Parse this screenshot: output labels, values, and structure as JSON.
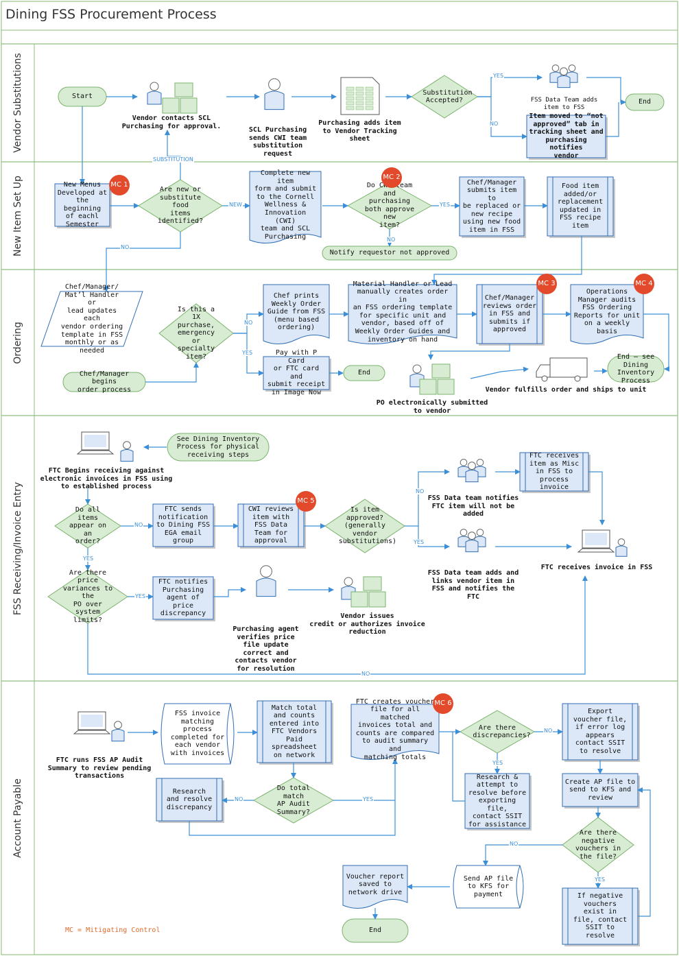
{
  "title": "Dining FSS Procurement Process",
  "lanes": [
    "Vendor Substitutions",
    "New Item Set Up",
    "Ordering",
    "FSS Receiving/Invoice Entry",
    "Account Payable"
  ],
  "legend": "MC = Mitigating Control",
  "colors": {
    "process_fill": "#dce8f7",
    "process_stroke": "#2f6db3",
    "decision_fill": "#d8ecd3",
    "decision_stroke": "#7bb26c",
    "terminal_fill": "#d8ecd3",
    "arrow": "#3c8fd6",
    "mc_badge": "#e24a2b",
    "lane_border": "#8fbf7f",
    "icon": "#3c8fd6"
  },
  "labels": {
    "vs_start": "Start",
    "vs_vendor": "Vendor contacts SCL\nPurchasing for approval.",
    "vs_scl": "SCL Purchasing\nsends CWI team\nsubstitution\nrequest",
    "vs_purch": "Purchasing adds item\nto Vendor Tracking\nsheet",
    "vs_dec": "Substitution\nAccepted?",
    "vs_team": "FSS Data Team adds\nitem to FSS",
    "vs_moved": "Item moved to “not\napproved” tab in\ntracking sheet and\npurchasing notifies\nvendor",
    "vs_end": "End",
    "ni_menus": "New Menus\nDeveloped at\nthe beginning\nof eachl\nSemester",
    "ni_dec1": "Are new or\nsubstitute food\nitems\nidentified?",
    "ni_complete": "Complete new item\nform and submit\nto the Cornell\nWellness &\nInnovation (CWI)\nteam and SCL\nPurchasing",
    "ni_dec2": "Do CWI team\nand purchasing\nboth approve new\nitem?",
    "ni_notify": "Notify requestor not approved",
    "ni_chef": "Chef/Manager\nsubmits item to\nbe replaced or\nnew recipe\nusing new food\nitem in FSS",
    "ni_food": "Food item\nadded/or\nreplacement\nupdated in\nFSS recipe\nitem",
    "or_chef": "Chef/Manager/\nMat’l Handler or\nlead updates each\nvendor ordering\ntemplate in FSS\nmonthly or as\nneeded",
    "or_begins": "Chef/Manager begins\norder process",
    "or_dec": "Is this a\n1X purchase,\nemergency or\nspecialty\nitem?",
    "or_prints": "Chef prints\nWeekly Order\nGuide from FSS\n(menu based\nordering)",
    "or_pay": "Pay with P Card\nor FTC card and\nsubmit receipt\nin Image Now",
    "or_end1": "End",
    "or_material": "Material Handler or Lead\nmanually creates order in\nan FSS ordering template\nfor specific unit and\nvendor, based off of\nWeekly Order Guides and\ninventory on hand",
    "or_reviews": "Chef/Manager\nreviews order\nin FSS and\nsubmits if\napproved",
    "or_ops": "Operations\nManager audits\nFSS Ordering\nReports for unit\non a weekly basis",
    "or_po": "PO electronically submitted\nto vendor",
    "or_vendor": "Vendor fulfills order and ships to unit",
    "or_end2": "End – see\nDining\nInventory\nProcess",
    "rc_see": "See Dining Inventory\nProcess for physical\nreceiving steps",
    "rc_ftc": "FTC Begins receiving against\nelectronic invoices in FSS using\nto established process",
    "rc_dec1": "Do all items\nappear on an\norder?",
    "rc_sends": "FTC sends\nnotification\nto Dining FSS\nEGA email\ngroup",
    "rc_cwi": "CWI reviews\nitem with\nFSS Data\nTeam for\napproval",
    "rc_dec2": "Is item\napproved?\n(generally\nvendor\nsubstitutions)",
    "rc_notifies": "FSS Data team notifies\nFTC item will not be\nadded",
    "rc_misc": "FTC receives\nitem as Misc\nin FSS to\nprocess\ninvoice",
    "rc_links": "FSS Data team adds and\nlinks vendor item in\nFSS and notifies the\nFTC",
    "rc_inv": "FTC receives invoice in FSS",
    "rc_dec3": "Are there price\nvariances to the\nPO over system\nlimits?",
    "rc_ftcn": "FTC notifies\nPurchasing\nagent of\nprice\ndiscrepancy",
    "rc_agent": "Purchasing agent\nverifies price\nfile update\ncorrect and\ncontacts vendor\nfor resolution",
    "rc_credit": "Vendor issues\ncredit or authorizes invoice\nreduction",
    "ap_run": "FTC runs FSS AP Audit\nSummary to review pending\ntransactions",
    "ap_match": "FSS invoice\nmatching\nprocess\ncompleted for\neach vendor\nwith invoices",
    "ap_totals": "Match total\nand counts\nentered into\nFTC Vendors\nPaid\nspreadsheet\non network",
    "ap_dec1": "Do total match\nAP Audit\nSummary?",
    "ap_research1": "Research\nand resolve\ndiscrepancy",
    "ap_voucher": "FTC creates voucher\nfile for all matched\ninvoices total and\ncounts are compared\nto audit summary and\nmatching totals",
    "ap_dec2": "Are there\ndiscrepancies?",
    "ap_research2": "Research &\nattempt to\nresolve before\nexporting file,\ncontact SSIT\nfor assistance",
    "ap_export": "Export\nvoucher file,\nif error log\nappears\ncontact SSIT\nto resolve",
    "ap_create": "Create AP file to\nsend to KFS and\nreview",
    "ap_dec3": "Are there\nnegative\nvouchers in\nthe file?",
    "ap_neg": "If negative\nvouchers\nexist in\nfile, contact\nSSIT to\nresolve",
    "ap_send": "Send AP file\nto KFS for\npayment",
    "ap_report": "Voucher report\nsaved to\nnetwork drive",
    "ap_end": "End"
  },
  "edge_labels": {
    "yes": "YES",
    "no": "NO",
    "new": "NEW",
    "substitution": "SUBSTITUTION"
  },
  "mc_badges": [
    "MC 1",
    "MC 2",
    "MC 3",
    "MC 4",
    "MC 5",
    "MC 6"
  ]
}
